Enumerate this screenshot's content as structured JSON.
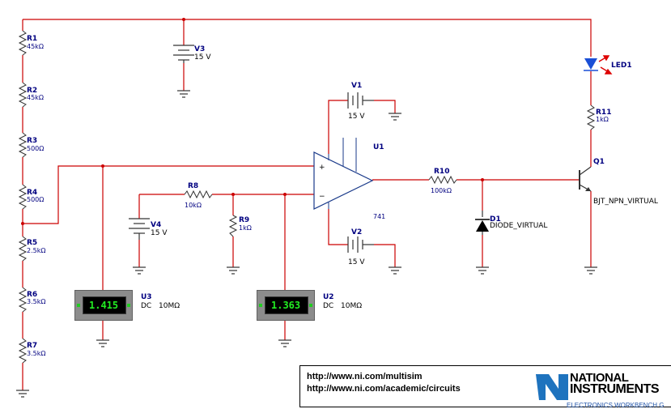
{
  "components": {
    "resistors": [
      {
        "ref": "R1",
        "value": "45kΩ"
      },
      {
        "ref": "R2",
        "value": "45kΩ"
      },
      {
        "ref": "R3",
        "value": "500Ω"
      },
      {
        "ref": "R4",
        "value": "500Ω"
      },
      {
        "ref": "R5",
        "value": "2.5kΩ"
      },
      {
        "ref": "R6",
        "value": "3.5kΩ"
      },
      {
        "ref": "R7",
        "value": "3.5kΩ"
      },
      {
        "ref": "R8",
        "value": "10kΩ"
      },
      {
        "ref": "R9",
        "value": "1kΩ"
      },
      {
        "ref": "R10",
        "value": "100kΩ"
      },
      {
        "ref": "R11",
        "value": "1kΩ"
      }
    ],
    "sources": [
      {
        "ref": "V3",
        "value": "15 V"
      },
      {
        "ref": "V1",
        "value": "15 V"
      },
      {
        "ref": "V4",
        "value": "15 V"
      },
      {
        "ref": "V2",
        "value": "15 V"
      }
    ],
    "opamp": {
      "ref": "U1",
      "model": "741",
      "plus": "+",
      "minus": "−"
    },
    "led": {
      "ref": "LED1"
    },
    "diode": {
      "ref": "D1",
      "model": "DIODE_VIRTUAL"
    },
    "transistor": {
      "ref": "Q1",
      "model": "BJT_NPN_VIRTUAL"
    }
  },
  "meters": [
    {
      "ref": "U3",
      "mode": "DC",
      "impedance": "10MΩ",
      "reading": "1.415"
    },
    {
      "ref": "U2",
      "mode": "DC",
      "impedance": "10MΩ",
      "reading": "1.363"
    }
  ],
  "footer": {
    "url1": "http://www.ni.com/multisim",
    "url2": "http://www.ni.com/academic/circuits",
    "brand_line1": "NATIONAL",
    "brand_line2": "INSTRUMENTS",
    "tagline": "ELECTRONICS WORKBENCH G"
  },
  "colors": {
    "wire": "#cc0000",
    "ground": "#333333",
    "label": "#000080",
    "led": "#1a4fd6",
    "arrow": "#dd0000",
    "display_text": "#22ee22",
    "ni_blue": "#1e73be"
  }
}
